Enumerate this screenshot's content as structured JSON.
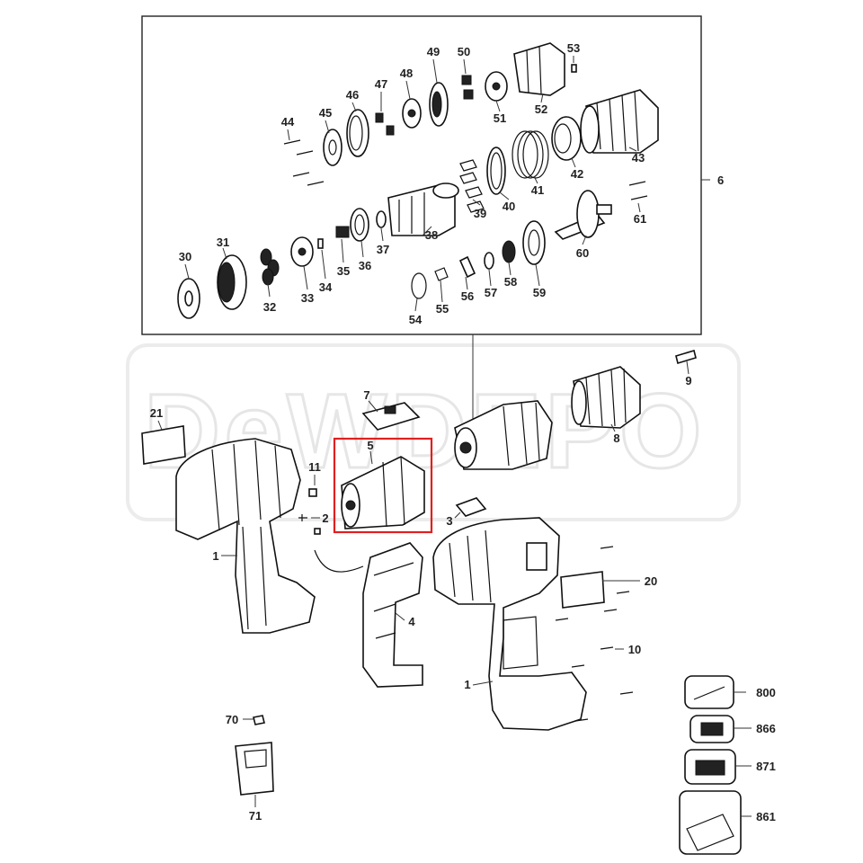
{
  "watermark": "DeWDEPO",
  "callouts": [
    {
      "id": "30",
      "text": "30"
    },
    {
      "id": "31",
      "text": "31"
    },
    {
      "id": "32",
      "text": "32"
    },
    {
      "id": "33",
      "text": "33"
    },
    {
      "id": "34",
      "text": "34"
    },
    {
      "id": "35",
      "text": "35"
    },
    {
      "id": "36",
      "text": "36"
    },
    {
      "id": "37",
      "text": "37"
    },
    {
      "id": "38",
      "text": "38"
    },
    {
      "id": "39",
      "text": "39"
    },
    {
      "id": "40",
      "text": "40"
    },
    {
      "id": "41",
      "text": "41"
    },
    {
      "id": "42",
      "text": "42"
    },
    {
      "id": "43",
      "text": "43"
    },
    {
      "id": "44",
      "text": "44"
    },
    {
      "id": "45",
      "text": "45"
    },
    {
      "id": "46",
      "text": "46"
    },
    {
      "id": "47",
      "text": "47"
    },
    {
      "id": "48",
      "text": "48"
    },
    {
      "id": "49",
      "text": "49"
    },
    {
      "id": "50",
      "text": "50"
    },
    {
      "id": "51",
      "text": "51"
    },
    {
      "id": "52",
      "text": "52"
    },
    {
      "id": "53",
      "text": "53"
    },
    {
      "id": "54",
      "text": "54"
    },
    {
      "id": "55",
      "text": "55"
    },
    {
      "id": "56",
      "text": "56"
    },
    {
      "id": "57",
      "text": "57"
    },
    {
      "id": "58",
      "text": "58"
    },
    {
      "id": "59",
      "text": "59"
    },
    {
      "id": "60",
      "text": "60"
    },
    {
      "id": "61",
      "text": "61"
    },
    {
      "id": "6",
      "text": "6"
    },
    {
      "id": "7",
      "text": "7"
    },
    {
      "id": "9",
      "text": "9"
    },
    {
      "id": "8",
      "text": "8"
    },
    {
      "id": "21",
      "text": "21"
    },
    {
      "id": "5",
      "text": "5"
    },
    {
      "id": "11",
      "text": "11"
    },
    {
      "id": "2",
      "text": "2"
    },
    {
      "id": "3",
      "text": "3"
    },
    {
      "id": "1a",
      "text": "1"
    },
    {
      "id": "4",
      "text": "4"
    },
    {
      "id": "20",
      "text": "20"
    },
    {
      "id": "10",
      "text": "10"
    },
    {
      "id": "1b",
      "text": "1"
    },
    {
      "id": "70",
      "text": "70"
    },
    {
      "id": "71",
      "text": "71"
    },
    {
      "id": "800",
      "text": "800"
    },
    {
      "id": "866",
      "text": "866"
    },
    {
      "id": "871",
      "text": "871"
    },
    {
      "id": "861",
      "text": "861"
    }
  ],
  "highlight": {
    "part": "5",
    "color": "#e02020"
  }
}
